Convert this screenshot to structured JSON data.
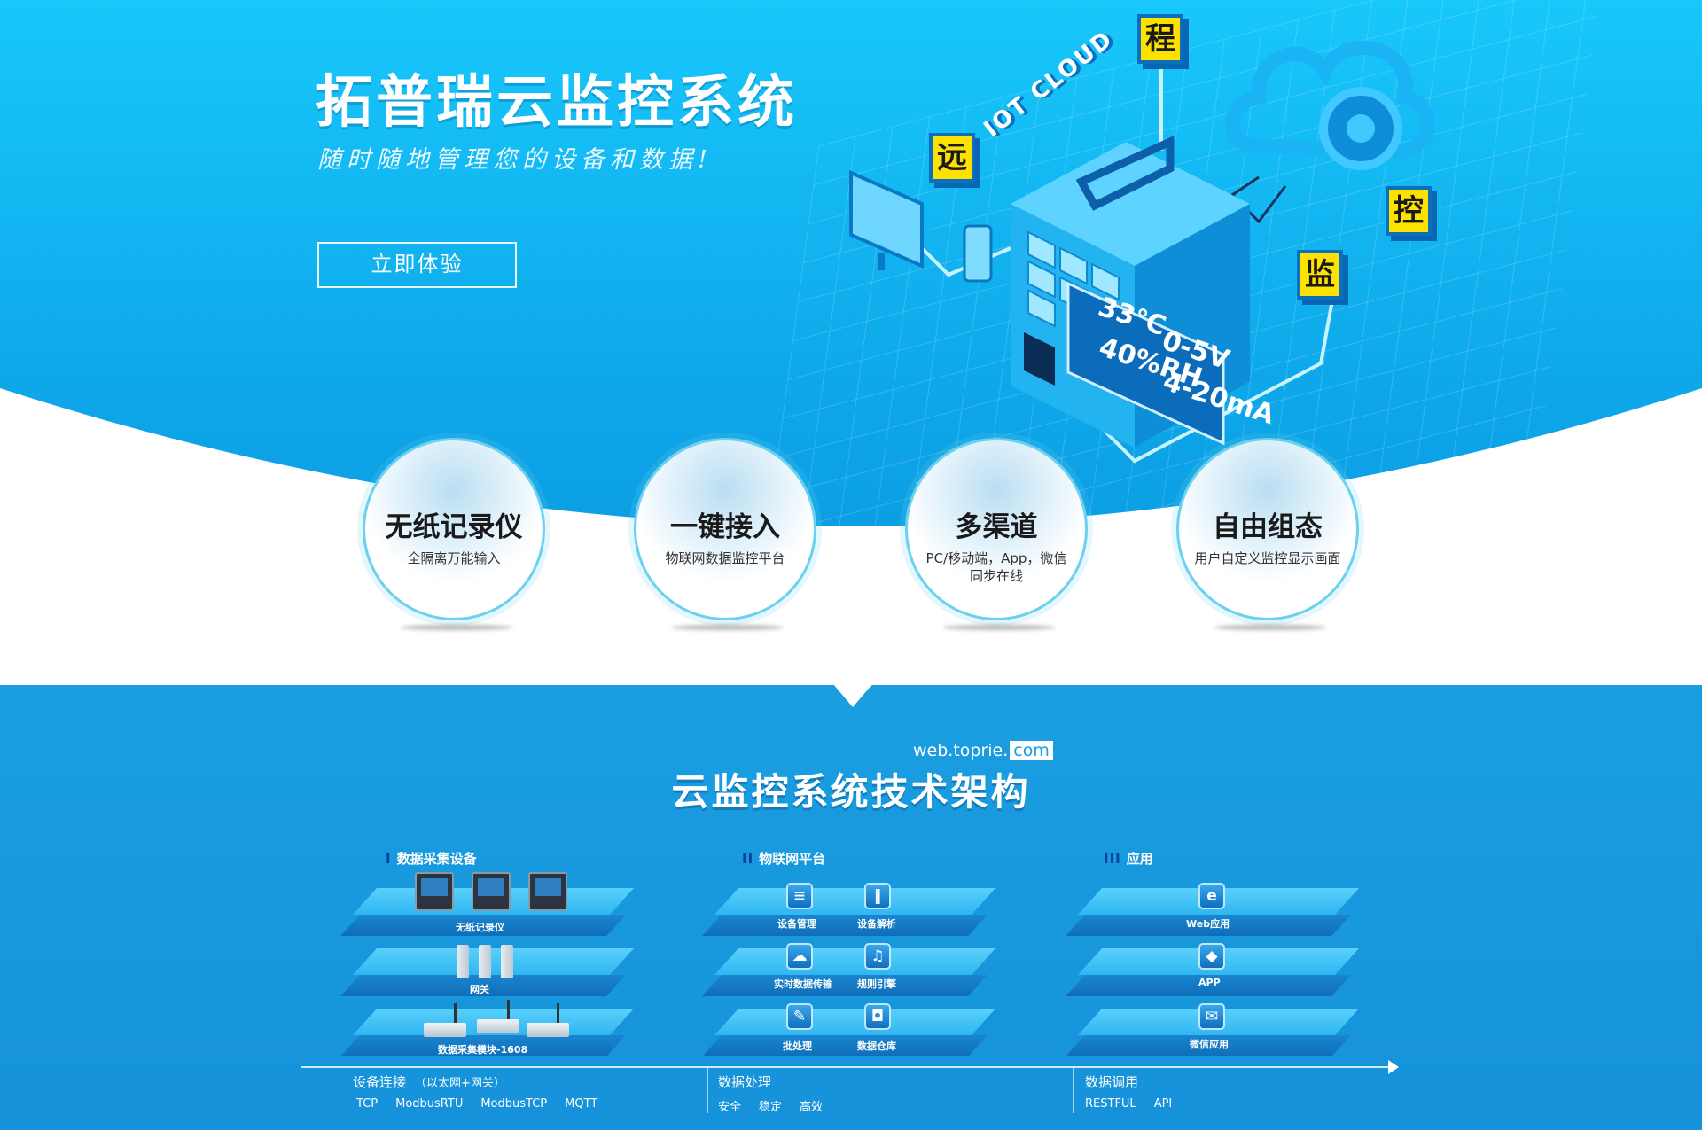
{
  "hero": {
    "title": "拓普瑞云监控系统",
    "subtitle": "随时随地管理您的设备和数据!",
    "cta_label": "立即体验",
    "illustration": {
      "iot_label": "IOT CLOUD",
      "signs": [
        "远",
        "程",
        "监",
        "控"
      ],
      "readings": [
        "33℃",
        "0-5V",
        "40%RH",
        "4-20mA"
      ]
    }
  },
  "features": [
    {
      "title": "无纸记录仪",
      "desc": "全隔离万能输入"
    },
    {
      "title": "一键接入",
      "desc": "物联网数据监控平台"
    },
    {
      "title": "多渠道",
      "desc": "PC/移动端，App，微信同步在线"
    },
    {
      "title": "自由组态",
      "desc": "用户自定义监控显示画面"
    }
  ],
  "architecture": {
    "domain": "web.toprie.",
    "domain_suffix": "com",
    "title": "云监控系统技术架构",
    "columns": [
      {
        "marker": "I",
        "heading": "数据采集设备",
        "platforms": [
          "无纸记录仪",
          "网关",
          "数据采集模块-1608"
        ]
      },
      {
        "marker": "II",
        "heading": "物联网平台",
        "platforms": [
          [
            "设备管理",
            "设备解析"
          ],
          [
            "实时数据传输",
            "规则引擎"
          ],
          [
            "批处理",
            "数据仓库"
          ]
        ]
      },
      {
        "marker": "III",
        "heading": "应用",
        "platforms": [
          "Web应用",
          "APP",
          "微信应用"
        ]
      }
    ],
    "bottom": [
      {
        "title": "设备连接",
        "note": "（以太网+网关）",
        "items": [
          "TCP",
          "ModbusRTU",
          "ModbusTCP",
          "MQTT"
        ]
      },
      {
        "title": "数据处理",
        "note": "",
        "items": [
          "安全",
          "稳定",
          "高效"
        ]
      },
      {
        "title": "数据调用",
        "note": "",
        "items": [
          "RESTFUL",
          "API"
        ]
      }
    ]
  },
  "icons": {
    "device-management": "database-icon",
    "device-parsing": "books-icon",
    "realtime-transfer": "cloud-upload-icon",
    "rule-engine": "bell-icon",
    "batch": "document-edit-icon",
    "data-warehouse": "box-icon",
    "web-app": "ie-icon",
    "app": "cube-icon",
    "wechat": "wechat-icon"
  },
  "colors": {
    "hero_top": "#18c8fb",
    "hero_bottom": "#0a93dc",
    "arch_bg": "#1a9ee1",
    "sign_yellow": "#fde200",
    "ring": "#6cd0ef"
  }
}
